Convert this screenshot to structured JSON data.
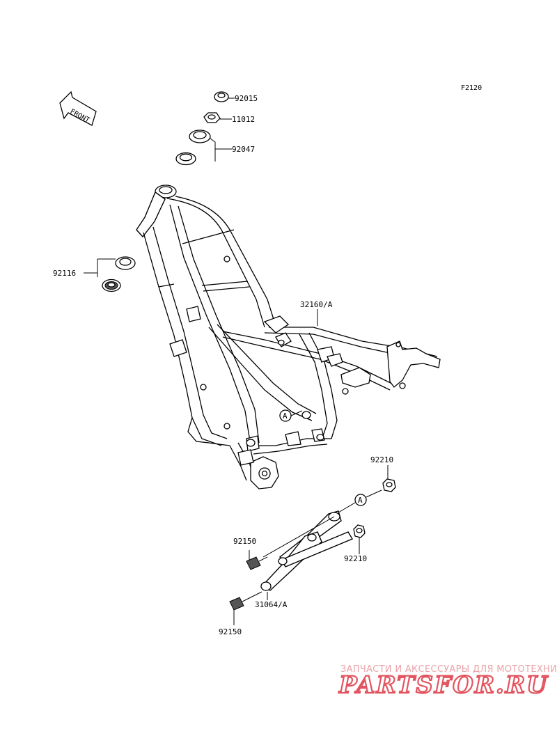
{
  "figure": {
    "ref_code": "F2120",
    "front_arrow_label": "FRONT"
  },
  "callouts": {
    "nut_92015": "92015",
    "nut_11012": "11012",
    "race_92047": "92047",
    "bearing_92116": "92116",
    "frame_32160": "32160/A",
    "nut_92210_top": "92210",
    "nut_92210_bottom": "92210",
    "bolt_92150_top": "92150",
    "bolt_92150_bottom": "92150",
    "bracket_31064": "31064/A"
  },
  "reference_marks": {
    "frame_mark": "A",
    "bracket_mark": "A"
  },
  "watermark": {
    "tagline": "ЗАПЧАСТИ И АКСЕССУАРЫ ДЛЯ МОТОТЕХНИКИ",
    "brand": "PARTSFOR.RU",
    "colors": {
      "primary": "#e25560",
      "light": "#e9a3a8"
    }
  }
}
